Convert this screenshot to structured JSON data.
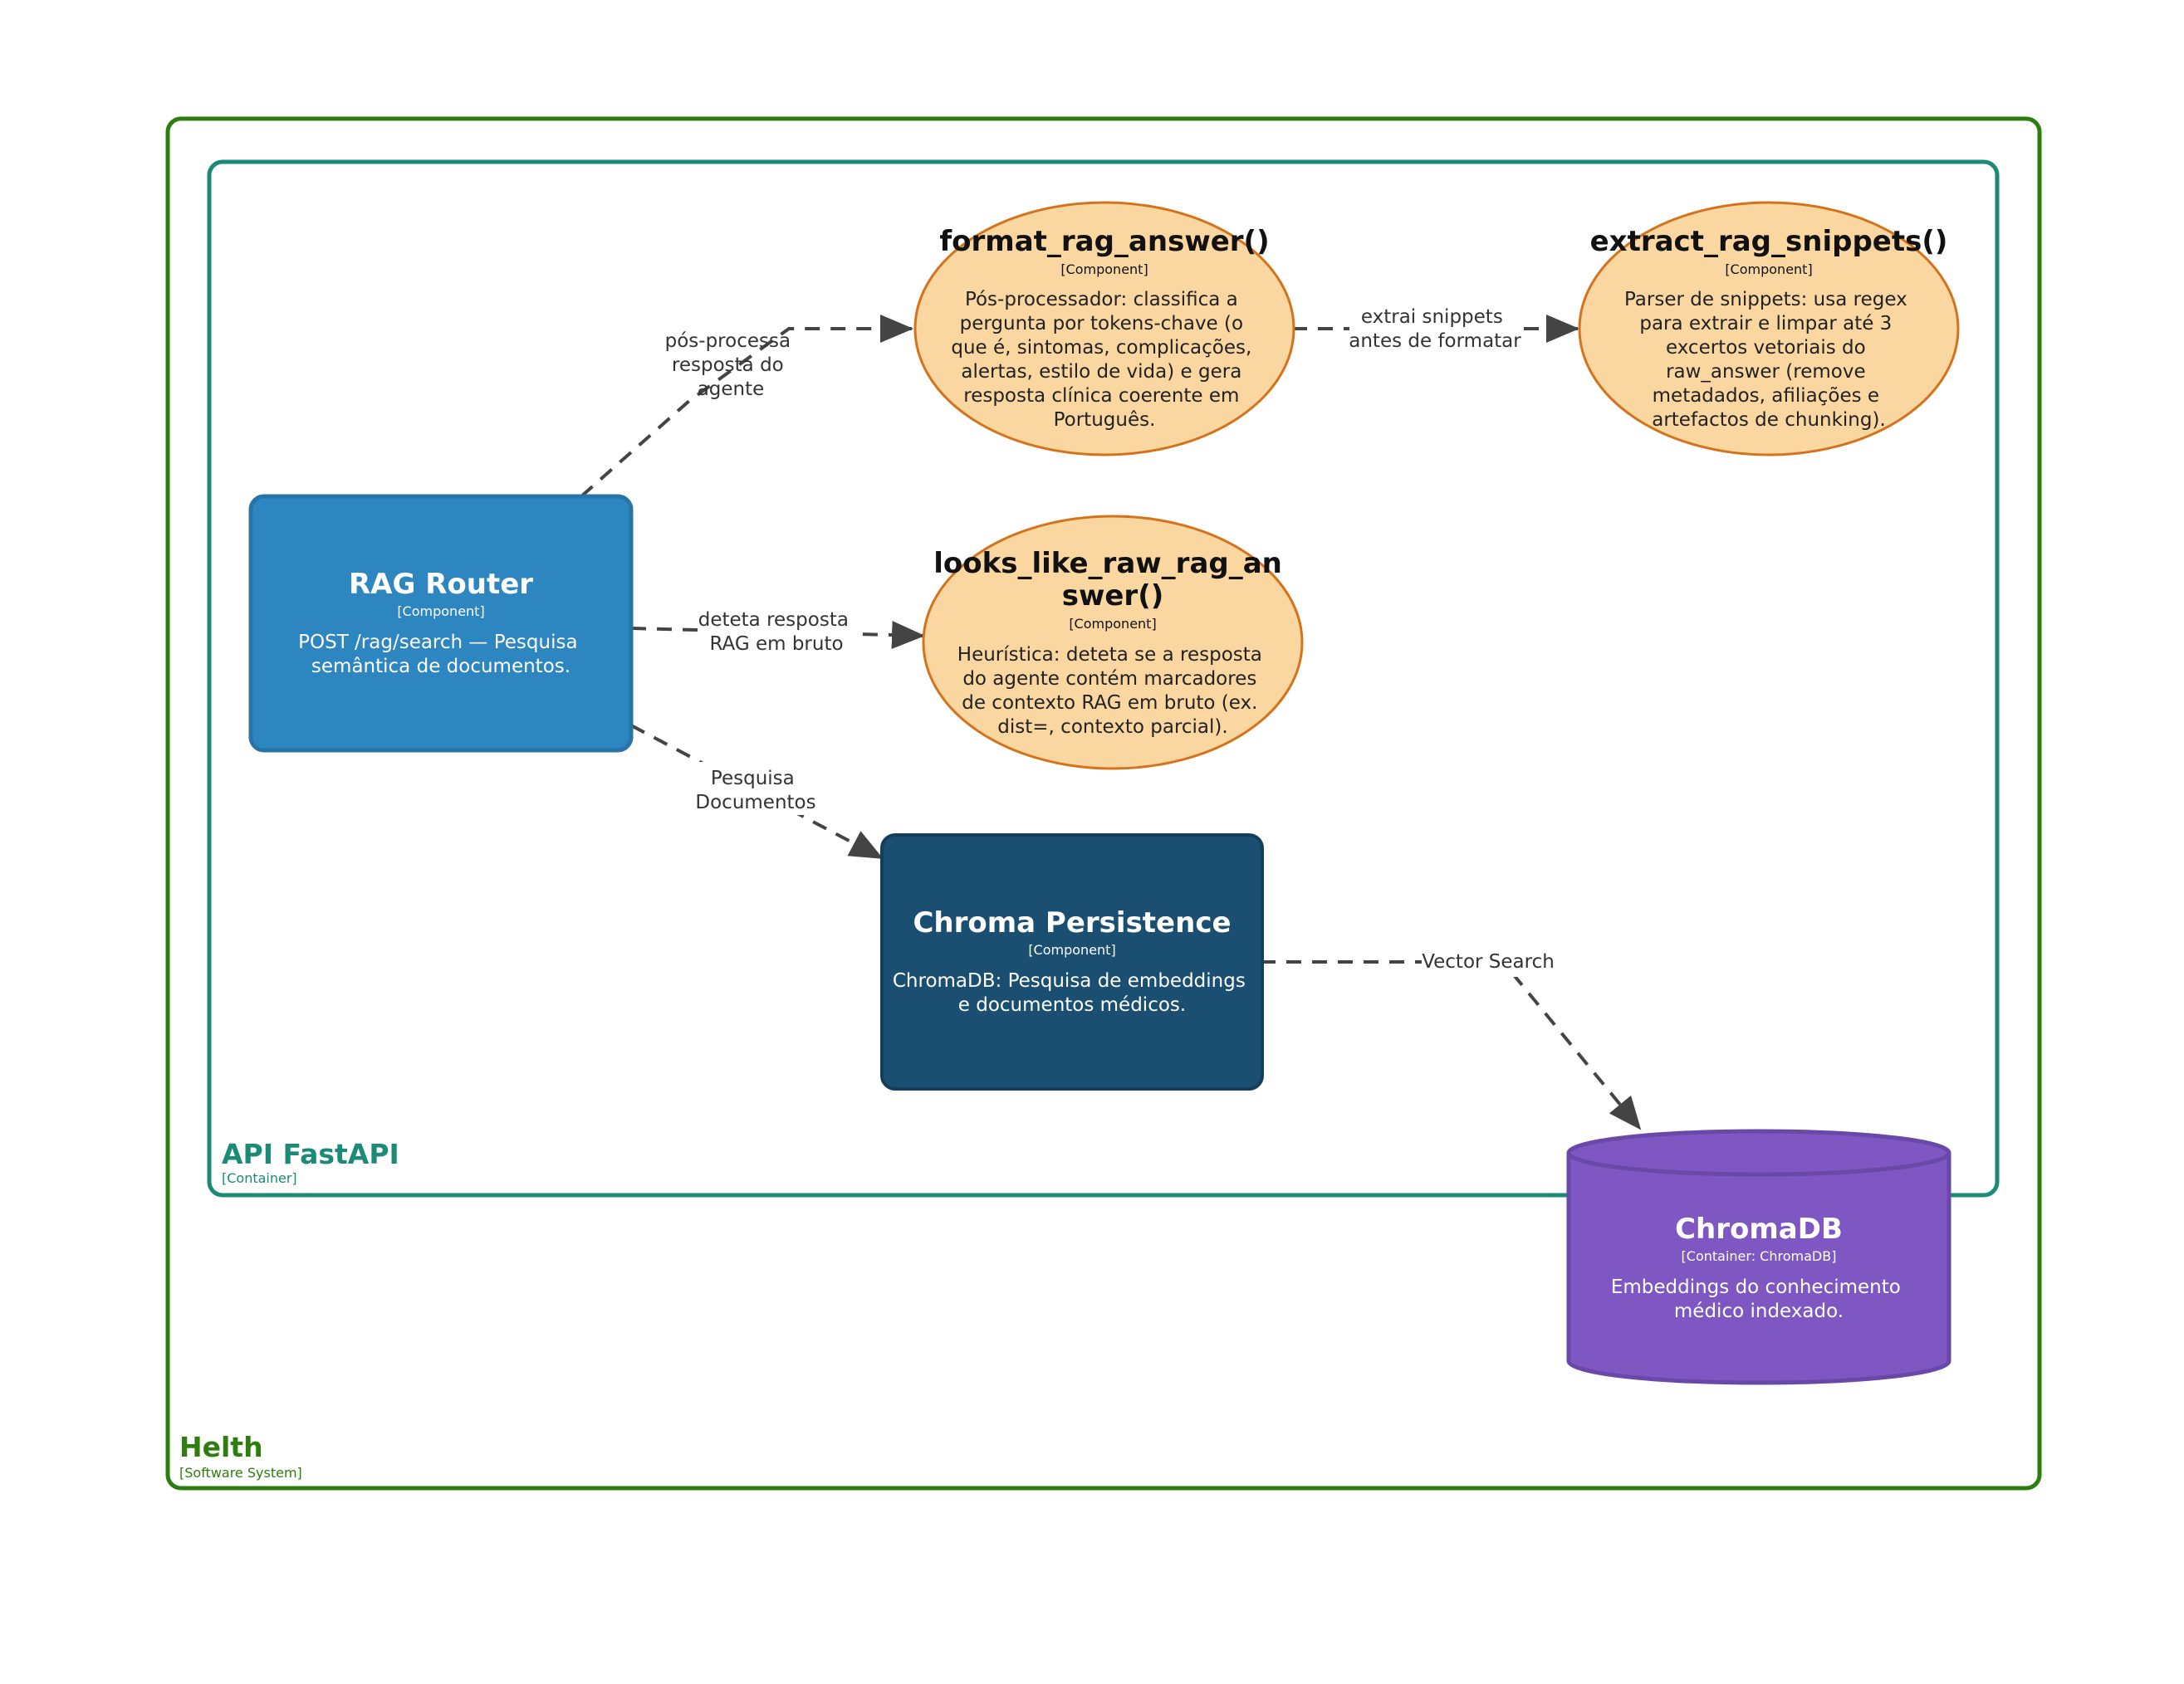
{
  "colors": {
    "system_border": "#2e7d0f",
    "container_border": "#1b8a76",
    "rag_router_fill": "#2e86c1",
    "chroma_persistence_fill": "#1b4f72",
    "component_ellipse_fill": "#fad7a0",
    "component_ellipse_stroke": "#d4731c",
    "chromadb_fill": "#7e57c2",
    "arrow": "#444444"
  },
  "system": {
    "name": "Helth",
    "type": "[Software System]"
  },
  "container": {
    "name": "API FastAPI",
    "type": "[Container]"
  },
  "nodes": {
    "rag_router": {
      "title": "RAG Router",
      "type": "[Component]",
      "desc": [
        "POST /rag/search — Pesquisa",
        "semântica de documentos."
      ]
    },
    "format_rag_answer": {
      "title": "format_rag_answer()",
      "type": "[Component]",
      "desc": [
        "Pós-processador: classifica a",
        "pergunta por tokens-chave (o",
        "que é, sintomas, complicações,",
        "alertas, estilo de vida) e gera",
        "resposta clínica coerente em",
        "Português."
      ]
    },
    "extract_rag_snippets": {
      "title": "extract_rag_snippets()",
      "type": "[Component]",
      "desc": [
        "Parser de snippets: usa regex",
        "para extrair e limpar até 3",
        "excertos vetoriais do",
        "raw_answer (remove",
        "metadados, afiliações e",
        "artefactos de chunking)."
      ]
    },
    "looks_like_raw": {
      "title": [
        "looks_like_raw_rag_an",
        "swer()"
      ],
      "type": "[Component]",
      "desc": [
        "Heurística: deteta se a resposta",
        "do agente contém marcadores",
        "de contexto RAG em bruto (ex.",
        "dist=, contexto parcial)."
      ]
    },
    "chroma_persistence": {
      "title": "Chroma Persistence",
      "type": "[Component]",
      "desc": [
        "ChromaDB: Pesquisa de embeddings",
        "e documentos médicos."
      ]
    },
    "chromadb": {
      "title": "ChromaDB",
      "type": "[Container: ChromaDB]",
      "desc": [
        "Embeddings do conhecimento",
        "médico indexado."
      ]
    }
  },
  "edges": {
    "router_to_format": [
      "pós-processa",
      "resposta do",
      "agente"
    ],
    "format_to_extract": [
      "extrai snippets",
      "antes de formatar"
    ],
    "router_to_looks": [
      "deteta resposta",
      "RAG em bruto"
    ],
    "router_to_chroma": [
      "Pesquisa",
      "Documentos"
    ],
    "chroma_to_db": [
      "Vector Search"
    ]
  }
}
